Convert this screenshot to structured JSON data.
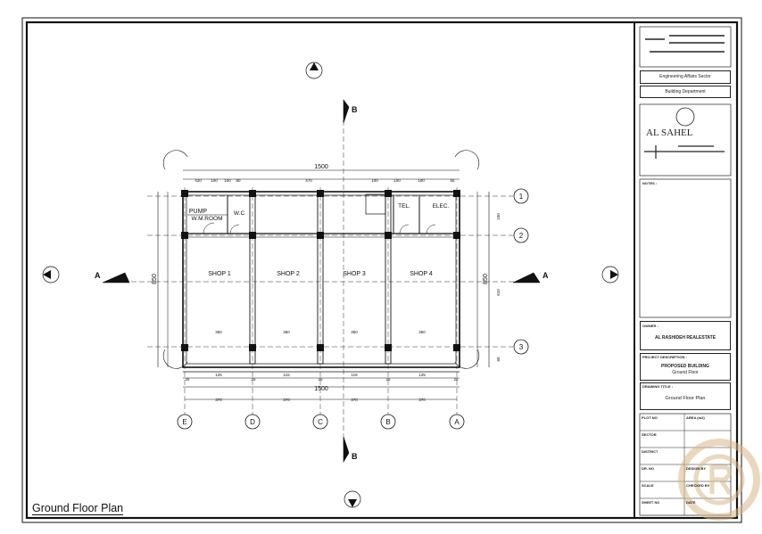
{
  "drawing": {
    "caption": "Ground Floor Plan",
    "overall_width": "1500",
    "overall_depth": "850",
    "section_marker": "A",
    "section_marker_b": "B",
    "rooms": {
      "pump": "PUMP",
      "wm_room": "W.M.ROOM",
      "wc": "W.C",
      "tel": "TEL.",
      "elec": "ELEC.",
      "shop1": "SHOP 1",
      "shop2": "SHOP 2",
      "shop3": "SHOP 3",
      "shop4": "SHOP 4"
    },
    "top_dims": [
      "420",
      "100",
      "100",
      "80",
      "470",
      "100",
      "100",
      "100",
      "65"
    ],
    "bottom_dims": [
      "25",
      "125",
      "25",
      "115",
      "25",
      "115",
      "25",
      "125",
      "25"
    ],
    "axis_dims": [
      "370",
      "370",
      "370",
      "370"
    ],
    "row_labels": [
      "1",
      "2",
      "3"
    ],
    "col_labels": [
      "E",
      "D",
      "C",
      "B",
      "A"
    ],
    "side_dims": [
      "150",
      "610",
      "60"
    ],
    "interior_dims": [
      "350",
      "350",
      "350",
      "350"
    ]
  },
  "title_block": {
    "sector": "Engineering Affairs Sector",
    "department": "Building Department",
    "company": "AL SAHEL",
    "notes_label": "NOTES :",
    "owner_label": "OWNER :",
    "owner": "AL RASHIDEH REALESTATE",
    "project_label": "PROJECT DESCRIPTION :",
    "project_line1": "PROPOSED BUILDING",
    "project_line2": "Ground Floor",
    "drawing_title_label": "DRAWING TITLE :",
    "drawing_title": "Ground Floor Plan",
    "grid_labels": [
      "PLOT NO",
      "AREA (m2)",
      "SECTOR",
      "",
      "DISTRICT",
      "",
      "DR. NO",
      "DESIGN BY",
      "SCALE",
      "CHECKED BY",
      "SHEET NO",
      "DATE"
    ],
    "grid_values": [
      "",
      "",
      "",
      "",
      "",
      "",
      "",
      "",
      "",
      "",
      "",
      ""
    ]
  },
  "colors": {
    "line": "#111111",
    "dim": "#333333",
    "watermark": "#d8b98a"
  }
}
